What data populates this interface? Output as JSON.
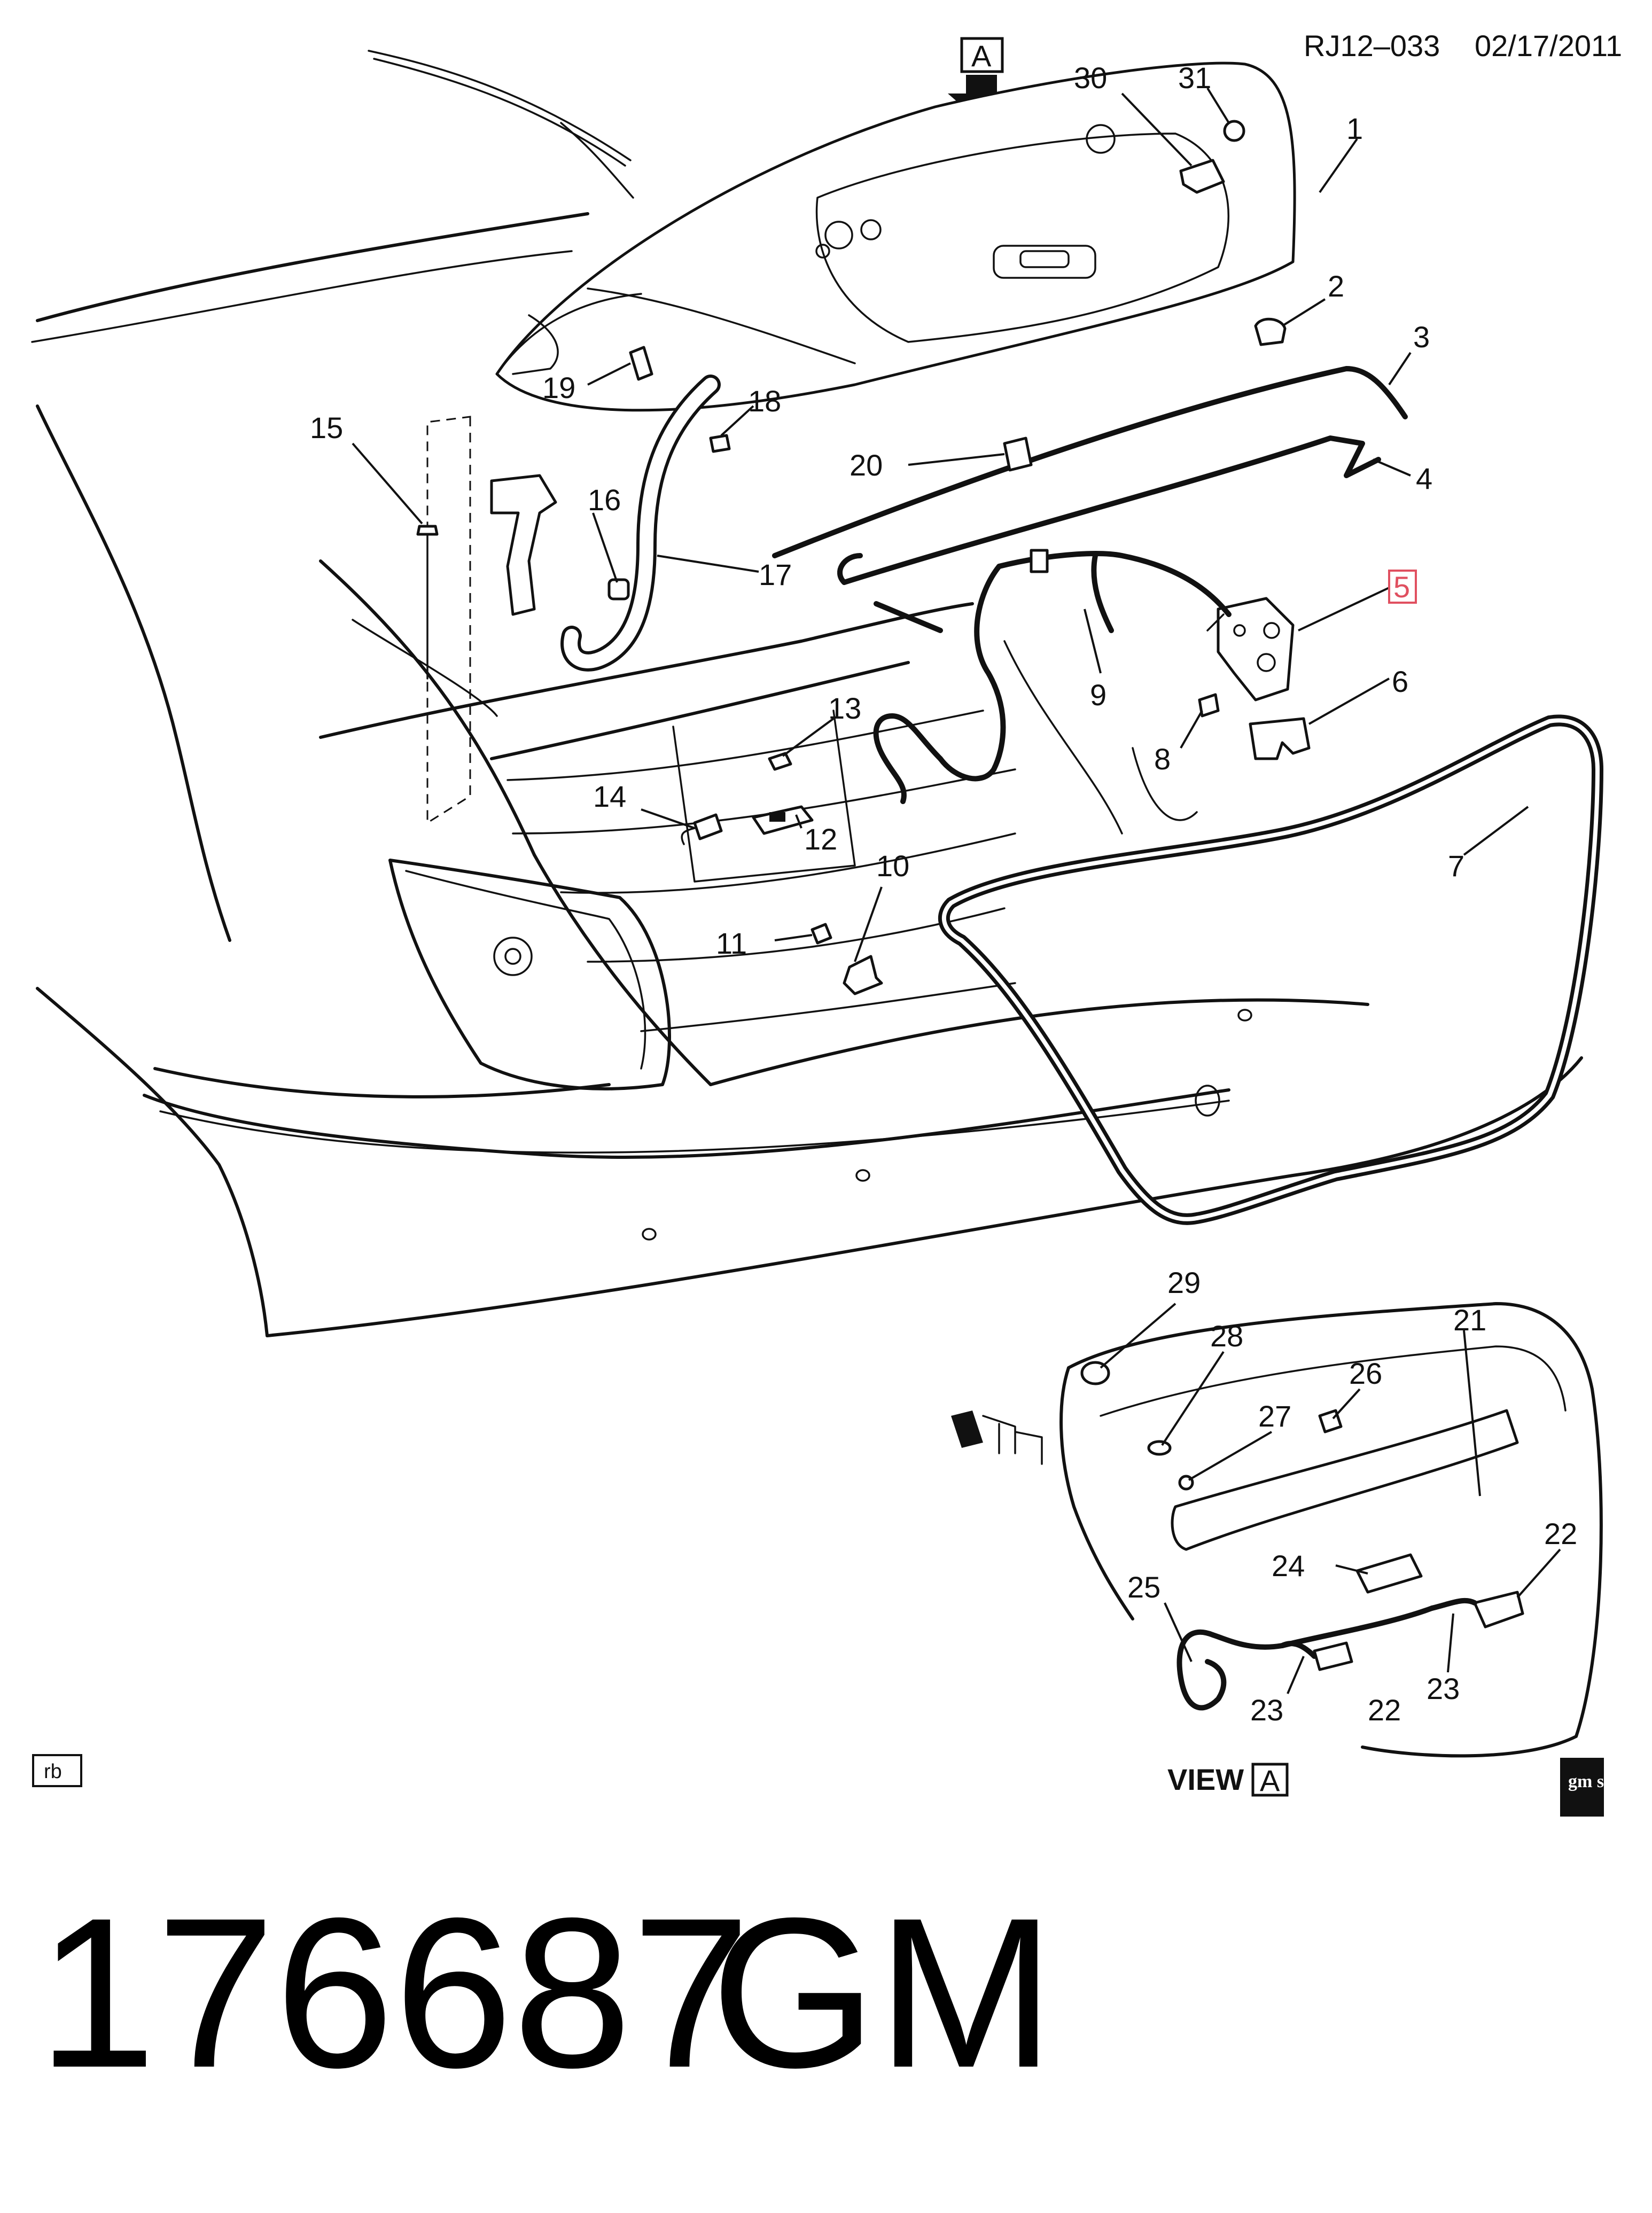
{
  "header": {
    "code": "RJ12–033",
    "date": "02/17/2011"
  },
  "view_letter": "A",
  "view_label": "VIEW",
  "corner_tag": "rb",
  "badge_text": "gm spo",
  "highlight_color": "#e05060",
  "callouts": {
    "c1": "1",
    "c2": "2",
    "c3": "3",
    "c4": "4",
    "c5": "5",
    "c6": "6",
    "c7": "7",
    "c8": "8",
    "c9": "9",
    "c10": "10",
    "c11": "11",
    "c12": "12",
    "c13": "13",
    "c14": "14",
    "c15": "15",
    "c16": "16",
    "c17": "17",
    "c18": "18",
    "c19": "19",
    "c20": "20",
    "c21": "21",
    "c22a": "22",
    "c22b": "22",
    "c23a": "23",
    "c23b": "23",
    "c24": "24",
    "c25": "25",
    "c26": "26",
    "c27": "27",
    "c28": "28",
    "c29": "29",
    "c30": "30",
    "c31": "31"
  },
  "footer": {
    "part_number": "176687",
    "brand": "GM"
  }
}
